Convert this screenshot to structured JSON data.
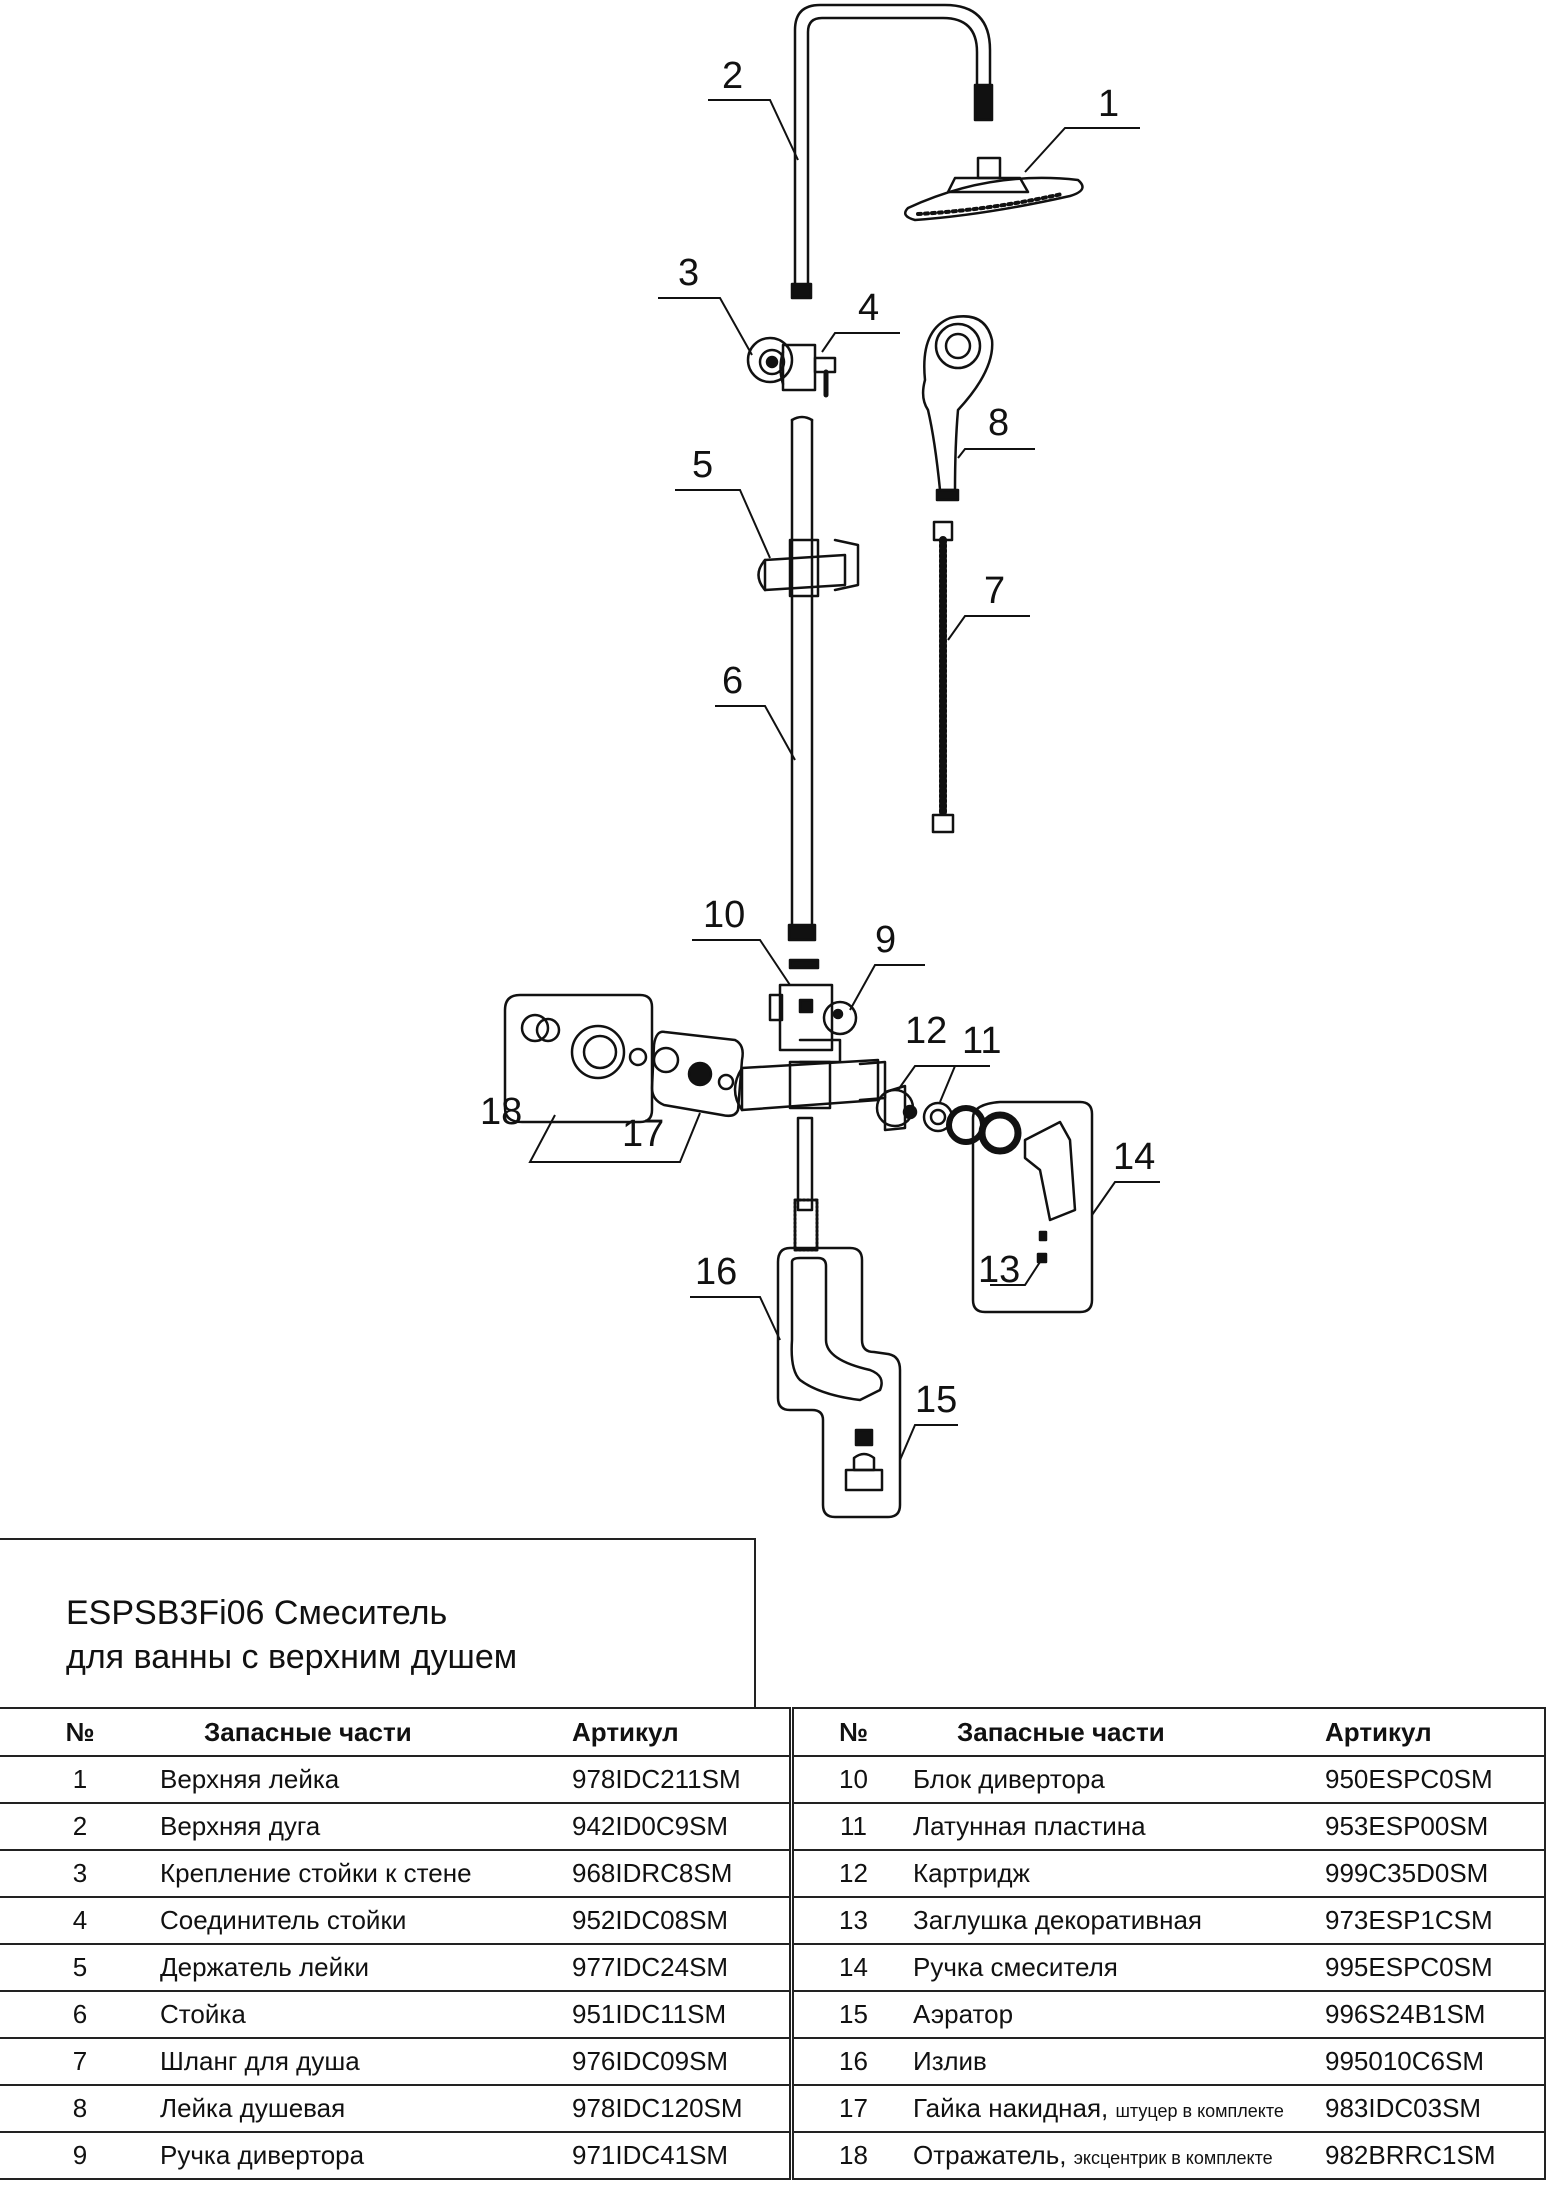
{
  "title": {
    "line1": "ESPSB3Fi06 Смеситель",
    "line2": "для ванны с верхним душем"
  },
  "callouts": [
    "1",
    "2",
    "3",
    "4",
    "5",
    "6",
    "7",
    "8",
    "9",
    "10",
    "11",
    "12",
    "13",
    "14",
    "15",
    "16",
    "17",
    "18"
  ],
  "table": {
    "headers": {
      "num": "№",
      "name": "Запасные части",
      "article": "Артикул"
    },
    "left_rows": [
      {
        "num": "1",
        "name": "Верхняя лейка",
        "article": "978IDC211SM"
      },
      {
        "num": "2",
        "name": "Верхняя дуга",
        "article": "942ID0C9SM"
      },
      {
        "num": "3",
        "name": "Крепление стойки к стене",
        "article": "968IDRC8SM"
      },
      {
        "num": "4",
        "name": "Соединитель стойки",
        "article": "952IDC08SM"
      },
      {
        "num": "5",
        "name": "Держатель лейки",
        "article": "977IDC24SM"
      },
      {
        "num": "6",
        "name": "Стойка",
        "article": "951IDC11SM"
      },
      {
        "num": "7",
        "name": "Шланг для душа",
        "article": "976IDC09SM"
      },
      {
        "num": "8",
        "name": "Лейка душевая",
        "article": "978IDC120SM"
      },
      {
        "num": "9",
        "name": "Ручка дивертора",
        "article": "971IDC41SM"
      }
    ],
    "right_rows": [
      {
        "num": "10",
        "name": "Блок дивертора",
        "note": "",
        "article": "950ESPC0SM"
      },
      {
        "num": "11",
        "name": "Латунная пластина",
        "note": "",
        "article": "953ESP00SM"
      },
      {
        "num": "12",
        "name": "Картридж",
        "note": "",
        "article": "999C35D0SM"
      },
      {
        "num": "13",
        "name": "Заглушка декоративная",
        "note": "",
        "article": "973ESP1CSM"
      },
      {
        "num": "14",
        "name": "Ручка смесителя",
        "note": "",
        "article": "995ESPC0SM"
      },
      {
        "num": "15",
        "name": "Аэратор",
        "note": "",
        "article": "996S24B1SM"
      },
      {
        "num": "16",
        "name": "Излив",
        "note": "",
        "article": "995010C6SM"
      },
      {
        "num": "17",
        "name": "Гайка накидная,",
        "note": "штуцер в комплекте",
        "article": "983IDC03SM"
      },
      {
        "num": "18",
        "name": "Отражатель,",
        "note": "эксцентрик в комплекте",
        "article": "982BRRC1SM"
      }
    ]
  }
}
